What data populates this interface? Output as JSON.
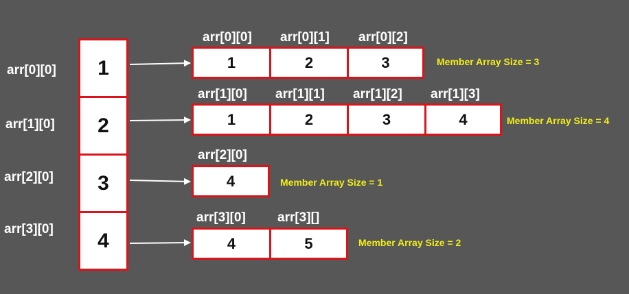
{
  "main_array": {
    "cells": [
      "1",
      "2",
      "3",
      "4"
    ],
    "row_labels": [
      "arr[0][0]",
      "arr[1][0]",
      "arr[2][0]",
      "arr[3][0]"
    ]
  },
  "member_arrays": [
    {
      "index_labels": [
        "arr[0][0]",
        "arr[0][1]",
        "arr[0][2]"
      ],
      "values": [
        "1",
        "2",
        "3"
      ],
      "size_note": "Member Array Size = 3"
    },
    {
      "index_labels": [
        "arr[1][0]",
        "arr[1][1]",
        "arr[1][2]",
        "arr[1][3]"
      ],
      "values": [
        "1",
        "2",
        "3",
        "4"
      ],
      "size_note": "Member Array Size = 4"
    },
    {
      "index_labels": [
        "arr[2][0]"
      ],
      "values": [
        "4"
      ],
      "size_note": "Member Array Size = 1"
    },
    {
      "index_labels": [
        "arr[3][0]",
        "arr[3][]"
      ],
      "values": [
        "4",
        "5"
      ],
      "size_note": "Member Array Size = 2"
    }
  ],
  "colors": {
    "background": "#575757",
    "cell_border": "#d9141b",
    "cell_fill": "#ffffff",
    "label_text": "#ffffff",
    "note_text": "#f2ee1a",
    "arrow": "#ffffff"
  }
}
